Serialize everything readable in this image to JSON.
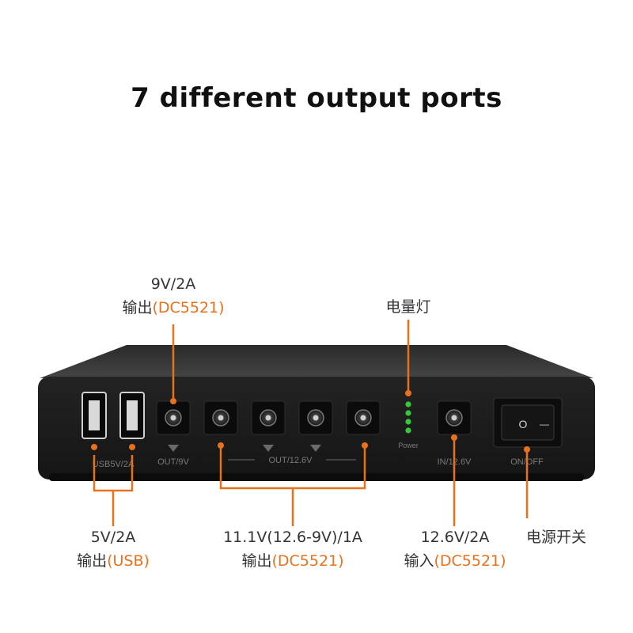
{
  "headline": "7 different output ports",
  "device": {
    "port_labels": {
      "usb": "USB5V/2A",
      "out_9v": "OUT/9V",
      "out_12v": "OUT/12.6V",
      "power": "Power",
      "in": "IN/12.6V",
      "switch": "ON/OFF"
    },
    "switch_symbols": {
      "off": "O",
      "on": "—"
    },
    "led_count": 4
  },
  "callouts": {
    "dc9v": {
      "line1": "9V/2A",
      "prefix": "输出",
      "suffix": "(DC5521)"
    },
    "battery": {
      "line1": "电量灯"
    },
    "usb": {
      "line1": "5V/2A",
      "prefix": "输出",
      "suffix": "(USB)"
    },
    "dc12v": {
      "line1": "11.1V(12.6-9V)/1A",
      "prefix": "输出",
      "suffix": "(DC5521)"
    },
    "input": {
      "line1": "12.6V/2A",
      "prefix": "输入",
      "suffix": "(DC5521)"
    },
    "switch": {
      "line1": "电源开关"
    }
  },
  "colors": {
    "accent": "#e8711c",
    "device_body": "#1e1e1e",
    "device_top": "#3a3a3a",
    "led": "#35c83a"
  }
}
